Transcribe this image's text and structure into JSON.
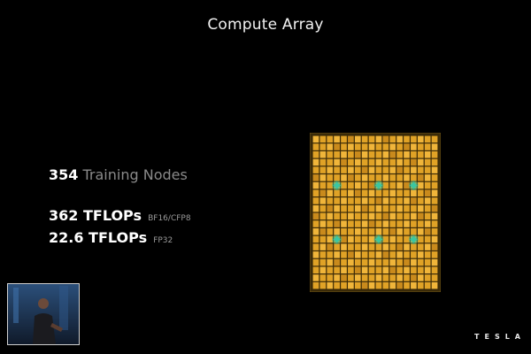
{
  "slide": {
    "title": "Compute Array",
    "brand": "TESLA"
  },
  "stats": {
    "nodes": {
      "value": "354",
      "label": "Training Nodes"
    },
    "bf16": {
      "value": "362 TFLOPs",
      "suffix": "BF16/CFP8"
    },
    "fp32": {
      "value": "22.6 TFLOPs",
      "suffix": "FP32"
    }
  },
  "chip": {
    "cols": 18,
    "rows": 20,
    "highlight_color": "#3cc6a0",
    "node_color": "#e0a226",
    "highlights": [
      [
        3,
        6
      ],
      [
        9,
        6
      ],
      [
        14,
        6
      ],
      [
        3,
        13
      ],
      [
        9,
        13
      ],
      [
        14,
        13
      ]
    ]
  }
}
